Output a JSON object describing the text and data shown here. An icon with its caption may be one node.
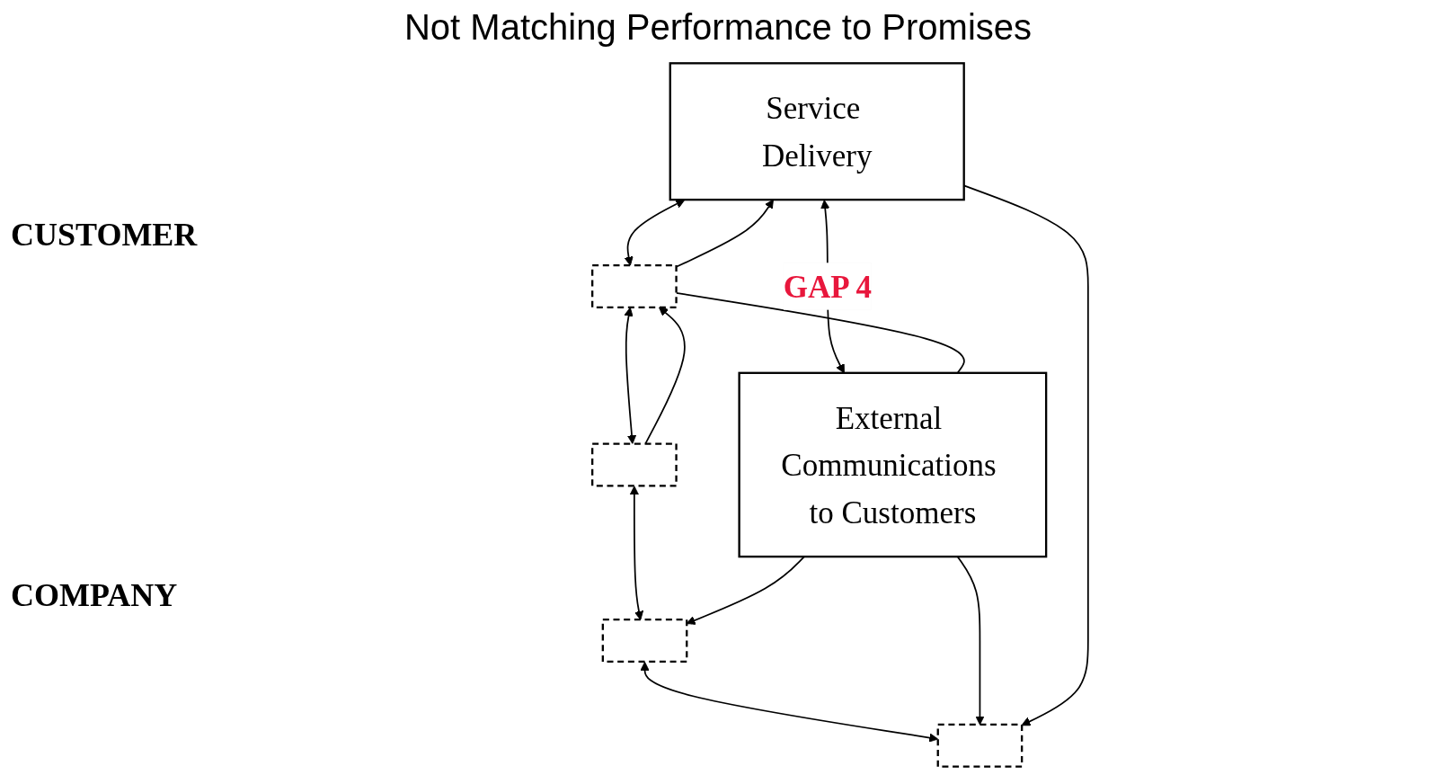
{
  "diagram": {
    "title": "Not Matching Performance to Promises",
    "nodes": [
      {
        "text": [],
        "shape": "box"
      },
      {
        "text": [],
        "shape": "box"
      },
      {
        "text": [
          "Service Delivery"
        ]
      },
      {
        "text": [
          "External Communications to Customers"
        ]
      },
      {
        "text": [],
        "shape": "box"
      },
      {
        "text": [],
        "shape": "box"
      }
    ],
    "edges": [
      {
        "from": 5,
        "to": 0,
        "arrow": "both"
      },
      {
        "from": 0,
        "to": 1,
        "arrow": "both"
      },
      {
        "from": 3,
        "to": 0,
        "arrow": "to"
      },
      {
        "from": 3,
        "to": 1,
        "arrow": "to"
      },
      {
        "from": 2,
        "to": 1,
        "arrow": "to"
      },
      {
        "from": 2,
        "to": 3,
        "label": "GAP 4",
        "arrow": "both"
      },
      {
        "from": 2,
        "to": 4,
        "arrow": "both"
      },
      {
        "from": 4,
        "to": 2,
        "arrow": "to"
      },
      {
        "from": 4,
        "to": 3,
        "arrow": "none"
      },
      {
        "from": 4,
        "to": 5,
        "arrow": "both"
      },
      {
        "from": 5,
        "to": 4,
        "arrow": "to"
      }
    ],
    "labels": [
      "CUSTOMER",
      "COMPANY"
    ]
  }
}
